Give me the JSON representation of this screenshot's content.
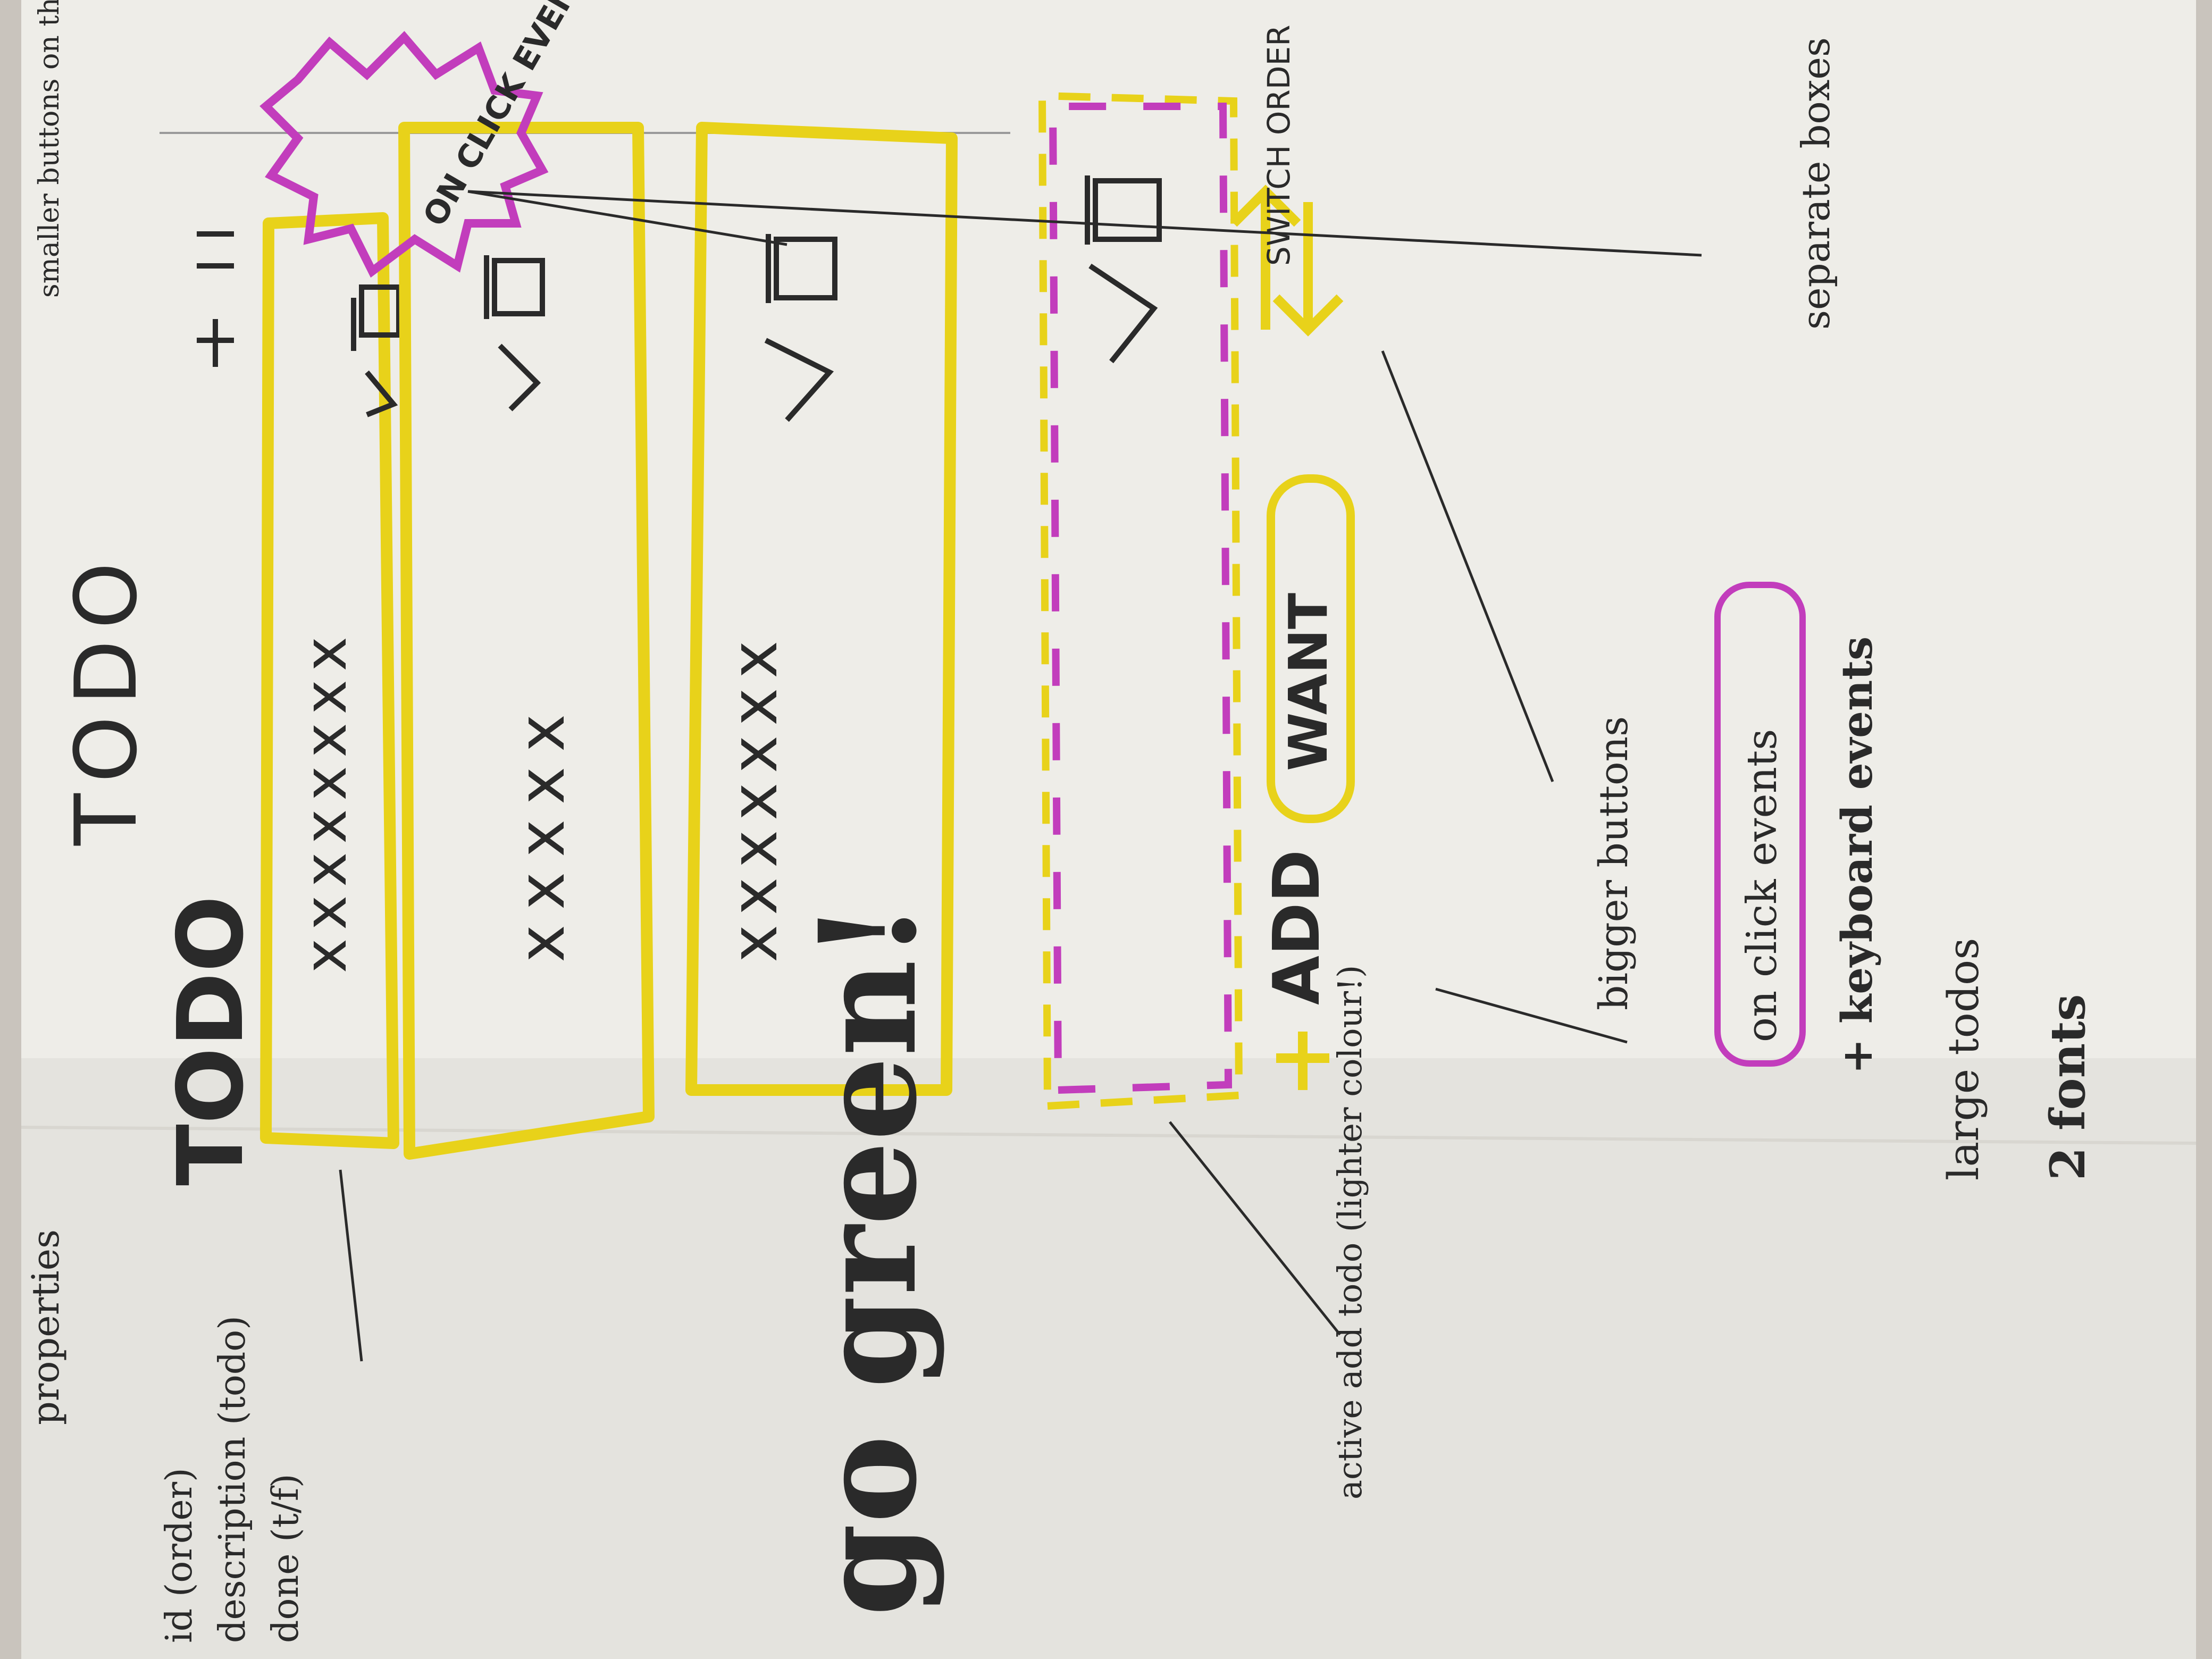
{
  "photo": {
    "colors": {
      "paper": "#eeede8",
      "paper_shadow": "#d8d6d0",
      "table": "#c9c4bd",
      "ink": "#2a2a2a",
      "yellow": "#e8d21a",
      "magenta": "#c23dbc",
      "red": "#e8433f"
    }
  },
  "sketch": {
    "title": "TODO",
    "header_scribble": "TODO",
    "add_button": "ADD",
    "input_placeholder": "WANT",
    "switch_order": "SWITCH ORDER",
    "burst": "ON CLICK EVENTS",
    "todo_items": [
      {
        "placeholder": "xxxxxxxx"
      },
      {
        "placeholder": "xxxxx"
      },
      {
        "placeholder": "xxxxxxx"
      }
    ],
    "notes": {
      "properties": "properties",
      "property_list": [
        "id (order)",
        "description (todo)",
        "done (t/f)"
      ],
      "smaller_buttons": "smaller buttons on the row",
      "separate_boxes": "separate boxes",
      "active_add": "active add todo (lighter colour!)",
      "bigger_buttons": "bigger buttons",
      "on_click": "on click events",
      "keyboard": "+ keyboard events",
      "large_todos": "large todos",
      "two_fonts": "2 fonts",
      "go_green": "go green!"
    }
  }
}
